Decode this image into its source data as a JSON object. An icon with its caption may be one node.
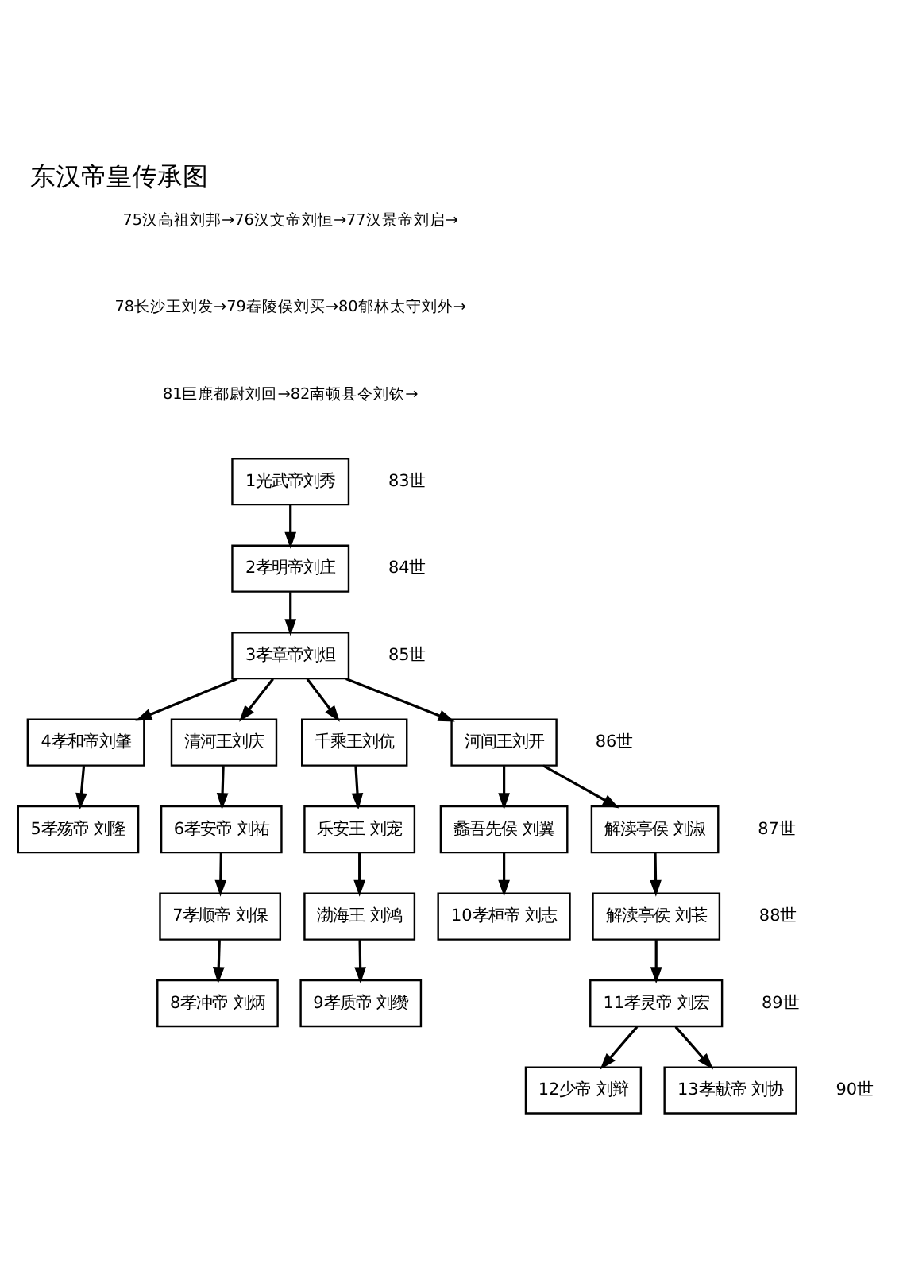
{
  "diagram": {
    "title": "东汉帝皇传承图",
    "nodes": [
      {
        "text": [
          "1光武帝刘秀"
        ],
        "beside": [
          "83世"
        ]
      },
      {
        "text": [
          "2孝明帝刘庄"
        ],
        "beside": [
          "84世"
        ]
      },
      {
        "text": [
          "3孝章帝刘炟"
        ],
        "beside": [
          "85世"
        ]
      },
      {
        "text": [
          "4孝和帝刘肇"
        ]
      },
      {
        "text": [
          "清河王刘庆"
        ]
      },
      {
        "text": [
          "千乘王刘伉"
        ]
      },
      {
        "text": [
          "河间王刘开"
        ],
        "beside": [
          "86世"
        ]
      },
      {
        "text": [
          "5孝殇帝 刘隆"
        ]
      },
      {
        "text": [
          "6孝安帝 刘祐"
        ]
      },
      {
        "text": [
          "乐安王 刘宠"
        ]
      },
      {
        "text": [
          "蠡吾先侯 刘翼"
        ]
      },
      {
        "text": [
          "解渎亭侯 刘淑"
        ],
        "beside": [
          "87世"
        ]
      },
      {
        "text": [
          "7孝顺帝 刘保"
        ]
      },
      {
        "text": [
          "渤海王 刘鸿"
        ]
      },
      {
        "text": [
          "10孝桓帝 刘志"
        ]
      },
      {
        "text": [
          "解渎亭侯 刘苌"
        ],
        "beside": [
          "88世"
        ]
      },
      {
        "text": [
          "8孝冲帝 刘炳"
        ]
      },
      {
        "text": [
          "9孝质帝 刘缵"
        ]
      },
      {
        "text": [
          "11孝灵帝 刘宏"
        ],
        "beside": [
          "89世"
        ]
      },
      {
        "text": [
          "12少帝 刘辩"
        ]
      },
      {
        "text": [
          "13孝献帝 刘协"
        ],
        "beside": [
          "90世"
        ]
      }
    ],
    "edges": [
      {
        "from": 0,
        "to": 1,
        "arrow": "to"
      },
      {
        "from": 1,
        "to": 2,
        "arrow": "to"
      },
      {
        "from": 2,
        "to": 3,
        "arrow": "to"
      },
      {
        "from": 2,
        "to": 4,
        "arrow": "to"
      },
      {
        "from": 2,
        "to": 5,
        "arrow": "to"
      },
      {
        "from": 2,
        "to": 6,
        "arrow": "to"
      },
      {
        "from": 3,
        "to": 7,
        "arrow": "to"
      },
      {
        "from": 4,
        "to": 8,
        "arrow": "to"
      },
      {
        "from": 5,
        "to": 9,
        "arrow": "to"
      },
      {
        "from": 6,
        "to": 10,
        "arrow": "to"
      },
      {
        "from": 6,
        "to": 11,
        "arrow": "to"
      },
      {
        "from": 8,
        "to": 12,
        "arrow": "to"
      },
      {
        "from": 9,
        "to": 13,
        "arrow": "to"
      },
      {
        "from": 10,
        "to": 14,
        "arrow": "to"
      },
      {
        "from": 11,
        "to": 15,
        "arrow": "to"
      },
      {
        "from": 12,
        "to": 16,
        "arrow": "to"
      },
      {
        "from": 13,
        "to": 17,
        "arrow": "to"
      },
      {
        "from": 15,
        "to": 18,
        "arrow": "to"
      },
      {
        "from": 18,
        "to": 19,
        "arrow": "to"
      },
      {
        "from": 18,
        "to": 20,
        "arrow": "to"
      }
    ],
    "labels": [
      "75汉高祖刘邦→76汉文帝刘恒→77汉景帝刘启→",
      "78长沙王刘发→79舂陵侯刘买→80郁林太守刘外→",
      "81巨鹿都尉刘回→82南顿县令刘钦→"
    ]
  }
}
